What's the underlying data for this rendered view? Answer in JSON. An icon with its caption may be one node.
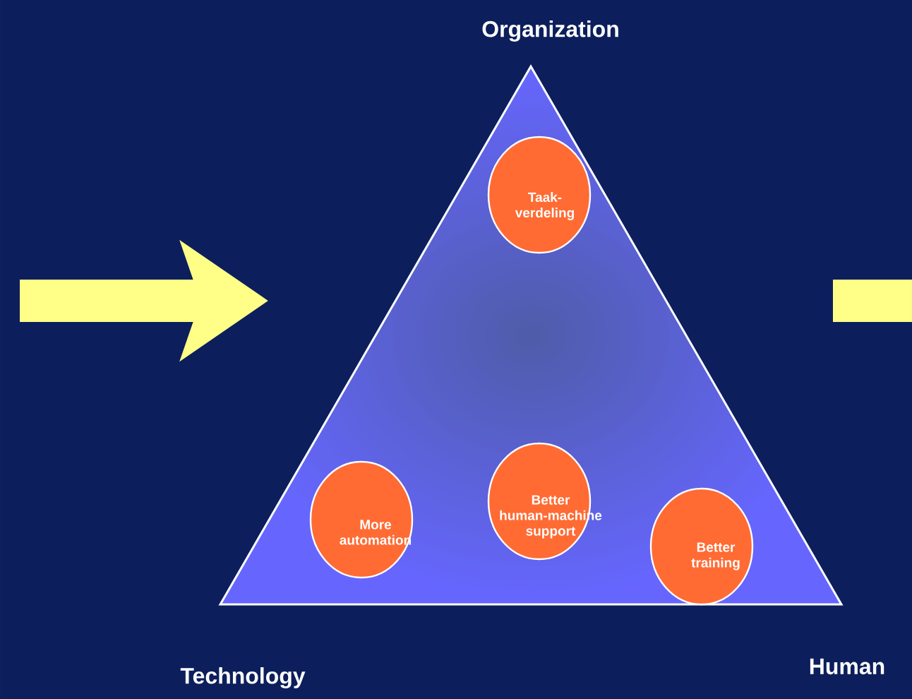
{
  "diagram": {
    "nodes": [
      {
        "text": [],
        "shape": "triangle"
      },
      {
        "text": [
          "Taak- verdeling"
        ],
        "in": 0
      },
      {
        "text": [
          "More automation"
        ],
        "in": 0
      },
      {
        "text": [
          "Better human-machine support"
        ],
        "in": 0
      },
      {
        "text": [
          "Better training"
        ],
        "in": 0
      }
    ],
    "labels": [
      "Organization",
      "Technology",
      "Human"
    ]
  }
}
